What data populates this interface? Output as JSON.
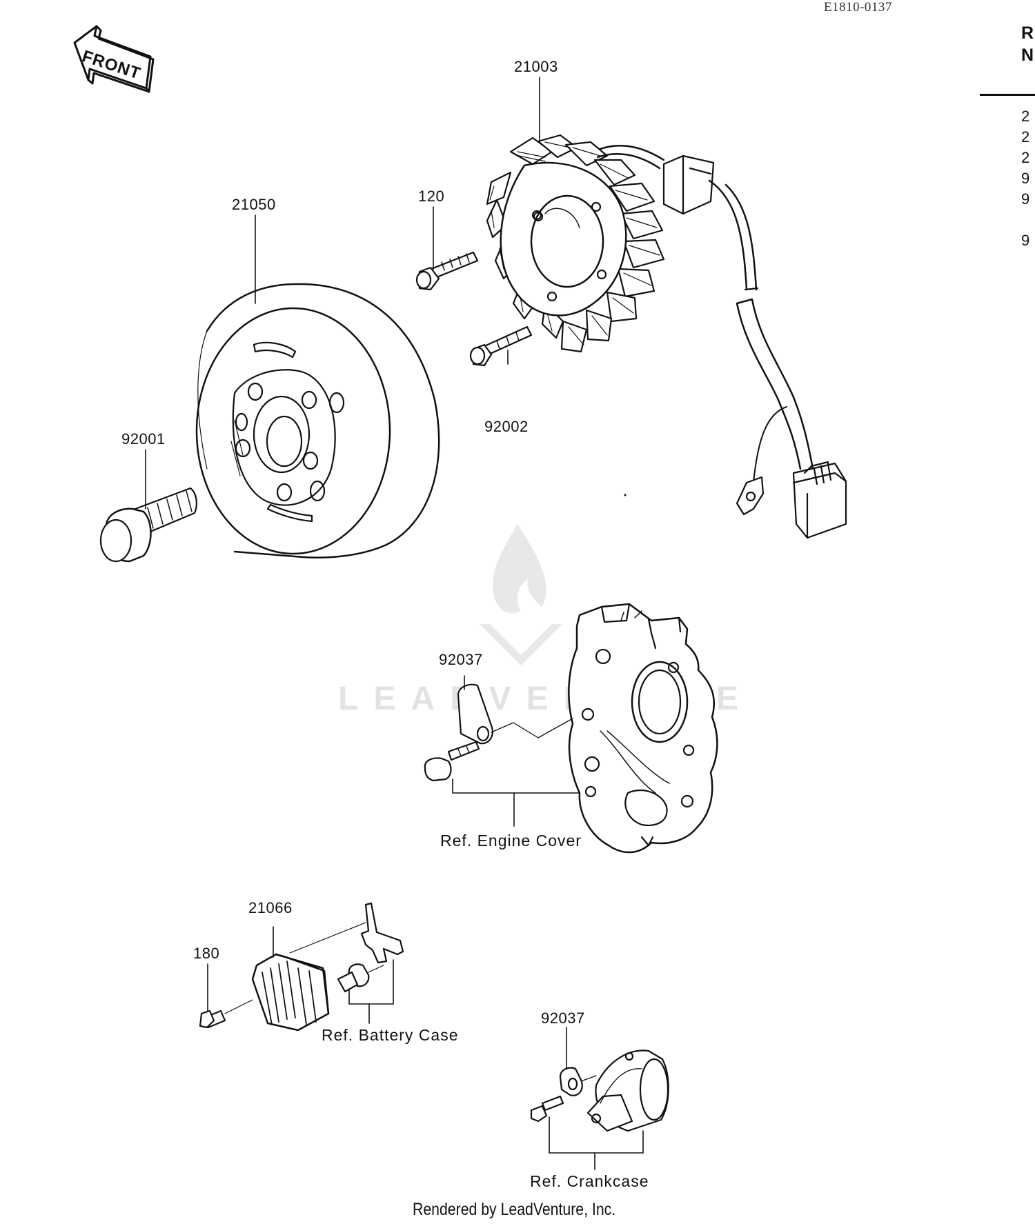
{
  "diagram": {
    "drawing_code": "E1810-0137",
    "orientation_arrow": "FRONT",
    "callouts": {
      "stator": "21003",
      "flywheel": "21050",
      "stator_bolt_upper": "120",
      "stator_bolt_lower": "92002",
      "flywheel_bolt": "92001",
      "clamp_engine_cover": "92037",
      "regulator": "21066",
      "regulator_screw": "180",
      "clamp_crankcase": "92037"
    },
    "references": {
      "engine_cover": "Ref. Engine Cover",
      "battery_case": "Ref. Battery Case",
      "crankcase": "Ref. Crankcase"
    },
    "footer": "Rendered by LeadVenture, Inc.",
    "watermark_text": "LEADVENTURE"
  },
  "side_panel": {
    "header_line1": "R",
    "header_line2": "N",
    "rows": [
      "2",
      "2",
      "2",
      "9",
      "9",
      "9"
    ]
  }
}
